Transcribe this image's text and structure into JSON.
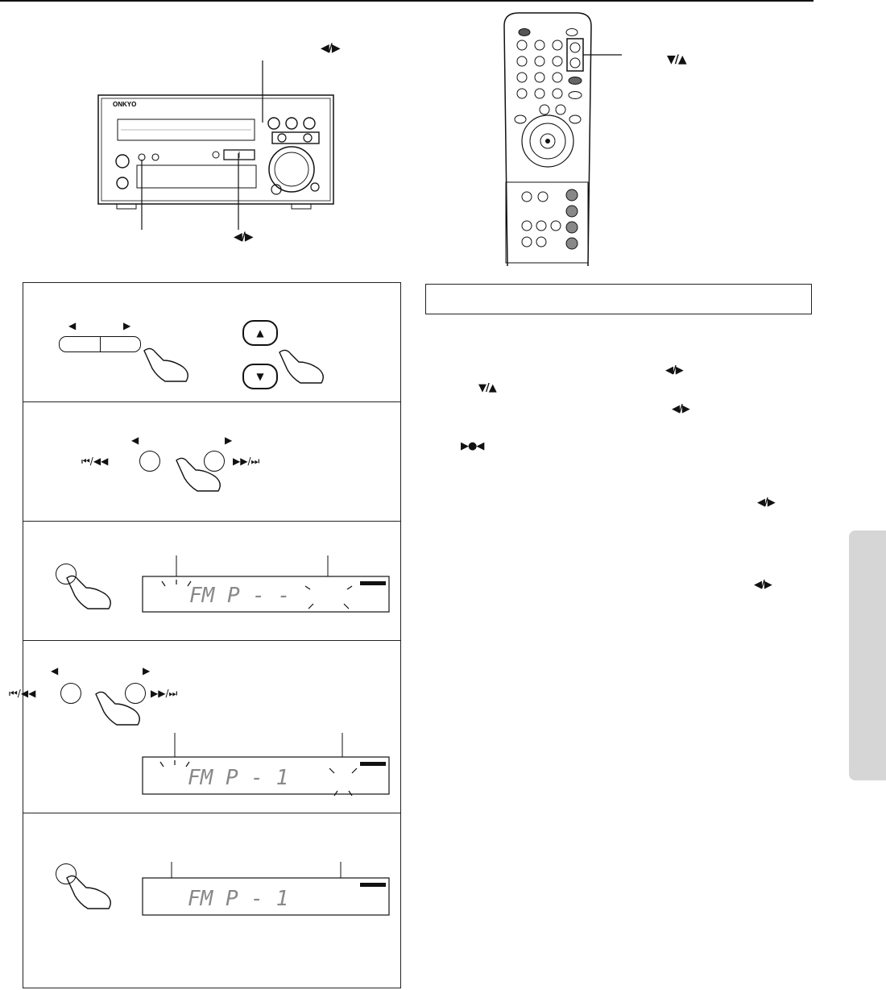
{
  "device": {
    "brand": "ONKYO"
  },
  "labels": {
    "main_unit_top_arrows": "◀/▶",
    "main_unit_bottom_arrows": "◀/▶",
    "remote_arrows": "▼/▲"
  },
  "steps": {
    "s1": {
      "left_arrow": "◀",
      "right_arrow": "▶",
      "up_symbol": "▲",
      "down_symbol": "▼"
    },
    "s2": {
      "left_arrow": "◀",
      "right_arrow": "▶",
      "left_skip": "⏮/◀◀",
      "right_skip": "▶▶/⏭"
    },
    "s3": {
      "display": "FM    P - -"
    },
    "s4": {
      "left_arrow": "◀",
      "right_arrow": "▶",
      "left_skip": "⏮/◀◀",
      "right_skip": "▶▶/⏭",
      "display": "FM    P -   1"
    },
    "s5": {
      "display": "FM    P -   1"
    }
  },
  "right_column": {
    "sym1": "◀/▶",
    "sym2": "▼/▲",
    "sym3": "◀/▶",
    "sym4": "▶●◀",
    "sym5": "◀/▶",
    "sym6": "◀/▶"
  }
}
